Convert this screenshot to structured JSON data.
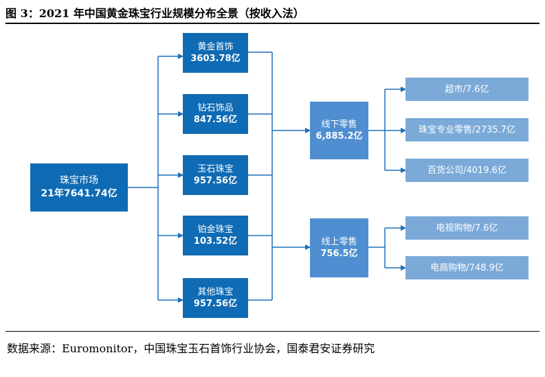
{
  "title": "图 3：2021 年中国黄金珠宝行业规模分布全景（按收入法）",
  "source": "数据来源：Euromonitor，中国珠宝玉石首饰行业协会，国泰君安证券研究",
  "colors": {
    "root": "#0f6bb4",
    "category": "#0f6bb4",
    "channel": "#4f8ed0",
    "leaf": "#7baad8",
    "connector": "#1e6fb8"
  },
  "root": {
    "name": "珠宝市场",
    "value": "21年7641.74亿"
  },
  "categories": [
    {
      "name": "黄金首饰",
      "value": "3603.78亿"
    },
    {
      "name": "钻石饰品",
      "value": "847.56亿"
    },
    {
      "name": "玉石珠宝",
      "value": "957.56亿"
    },
    {
      "name": "铂金珠宝",
      "value": "103.52亿"
    },
    {
      "name": "其他珠宝",
      "value": "957.56亿"
    }
  ],
  "channels": [
    {
      "name": "线下零售",
      "value": "6,885.2亿"
    },
    {
      "name": "线上零售",
      "value": "756.5亿"
    }
  ],
  "offline_outlets": [
    {
      "label": "超市/7.6亿"
    },
    {
      "label": "珠宝专业零售/2735.7亿"
    },
    {
      "label": "百货公司/4019.6亿"
    }
  ],
  "online_outlets": [
    {
      "label": "电视购物/7.6亿"
    },
    {
      "label": "电商购物/748.9亿"
    }
  ]
}
